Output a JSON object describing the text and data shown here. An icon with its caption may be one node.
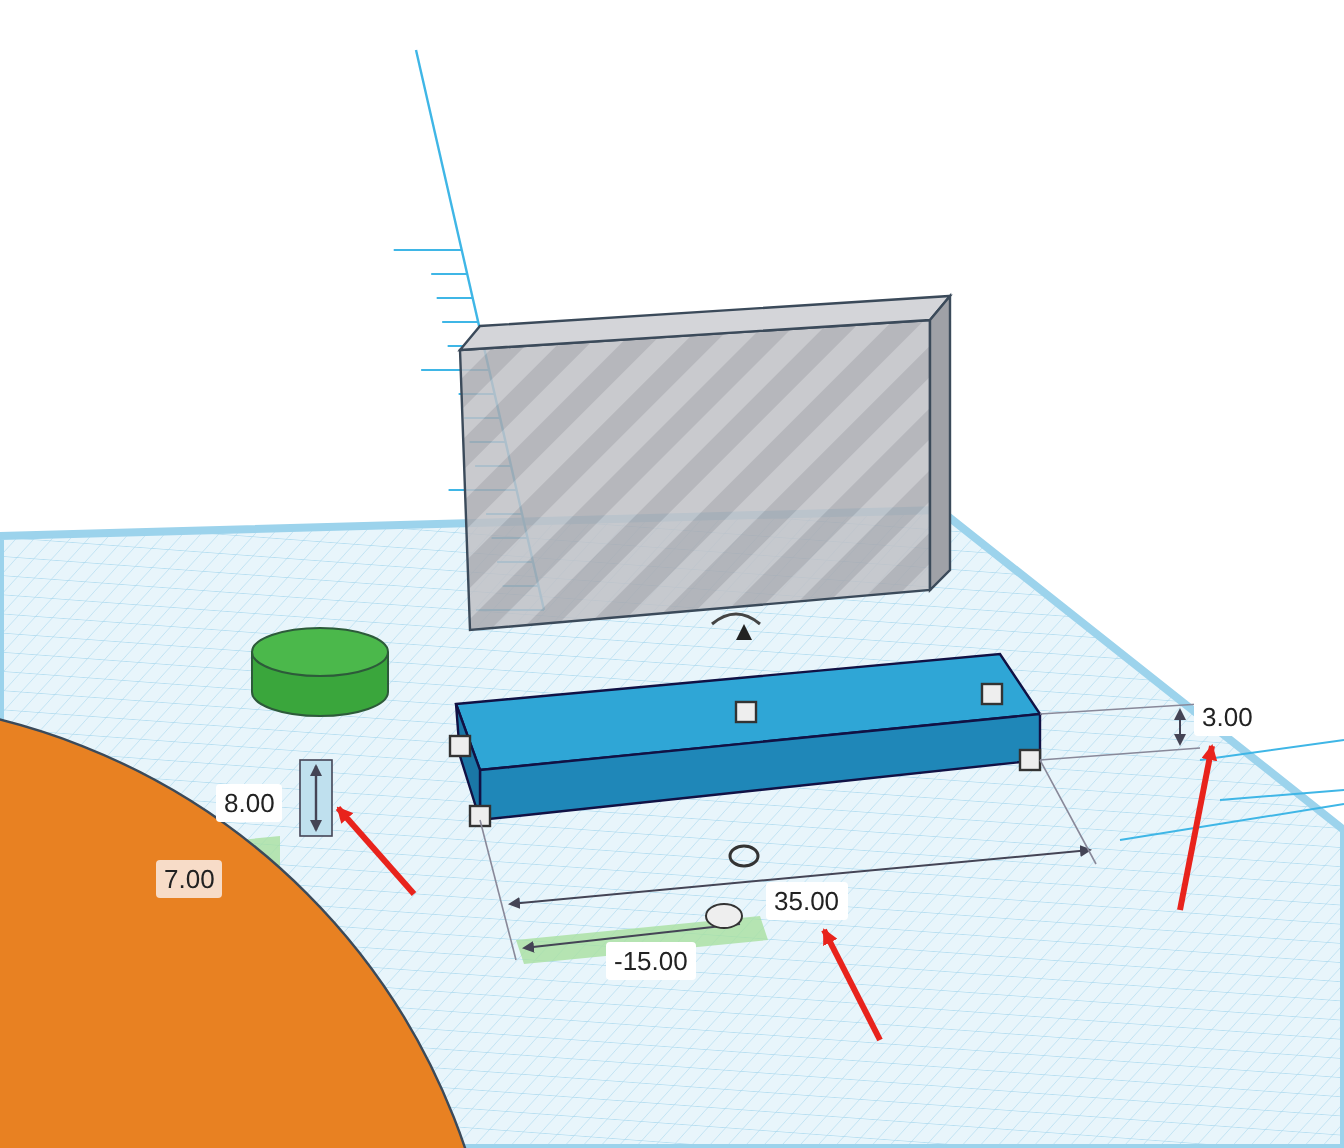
{
  "diagram": {
    "nodes": [
      {
        "text": [
          "8.00"
        ]
      },
      {
        "text": [
          "35.00"
        ]
      },
      {
        "text": [
          "3.00"
        ]
      }
    ],
    "edges": [
      {
        "from": null,
        "to": 0,
        "arrow": "to"
      },
      {
        "from": null,
        "to": 1,
        "arrow": "to"
      },
      {
        "from": null,
        "to": 2,
        "arrow": "to"
      }
    ],
    "labels": [
      "7.00",
      "-15.00"
    ]
  }
}
